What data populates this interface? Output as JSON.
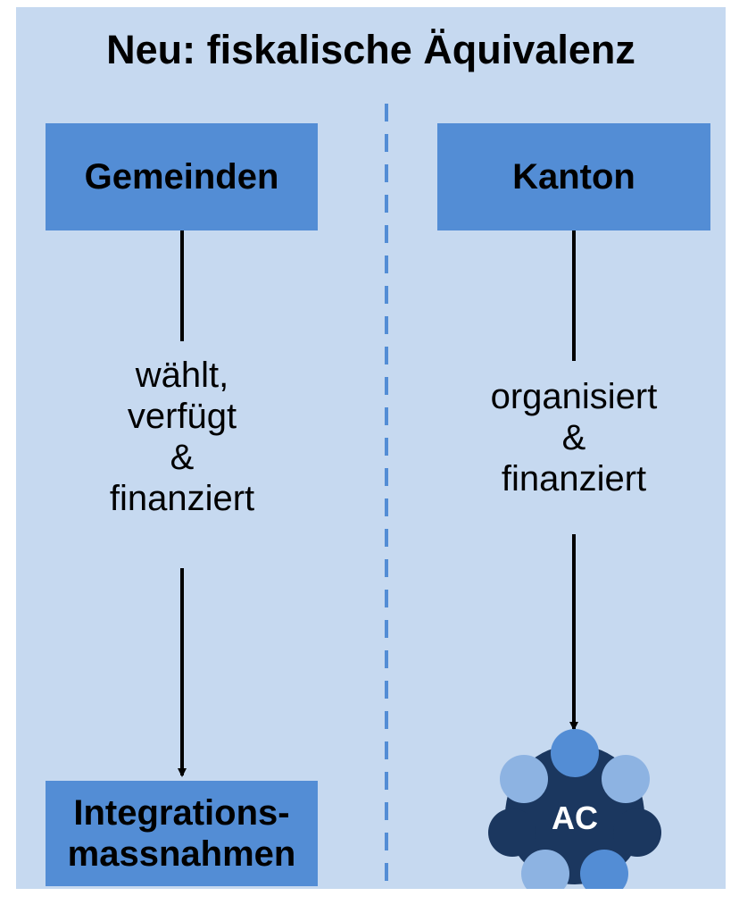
{
  "title": "Neu: fiskalische Äquivalenz",
  "left": {
    "header_box": "Gemeinden",
    "connector_lines": [
      "wählt,",
      "verfügt",
      "&",
      "finanziert"
    ],
    "target_box_lines": [
      "Integrations-",
      "massnahmen"
    ]
  },
  "right": {
    "header_box": "Kanton",
    "connector_lines": [
      "organisiert",
      "&",
      "finanziert"
    ],
    "target_label": "AC"
  },
  "colors": {
    "background": "#c6d9f0",
    "box_fill": "#538dd5",
    "divider": "#538dd5",
    "node_dark": "#1b375f",
    "node_mid": "#538dd5",
    "node_light": "#8db3e2"
  }
}
